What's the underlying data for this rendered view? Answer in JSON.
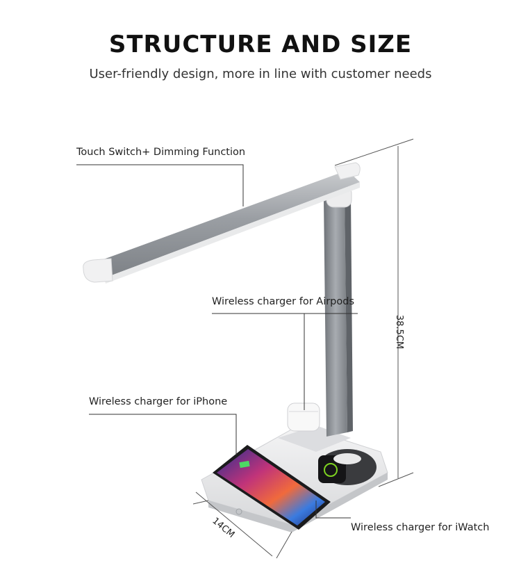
{
  "header": {
    "title": "STRUCTURE AND SIZE",
    "subtitle": "User-friendly design, more in line with customer needs"
  },
  "callouts": {
    "touch_switch": "Touch Switch+ Dimming Function",
    "airpods": "Wireless charger for Airpods",
    "iphone": "Wireless charger for iPhone",
    "iwatch": "Wireless charger for iWatch"
  },
  "dimensions": {
    "height": "38.5CM",
    "width": "14CM"
  }
}
